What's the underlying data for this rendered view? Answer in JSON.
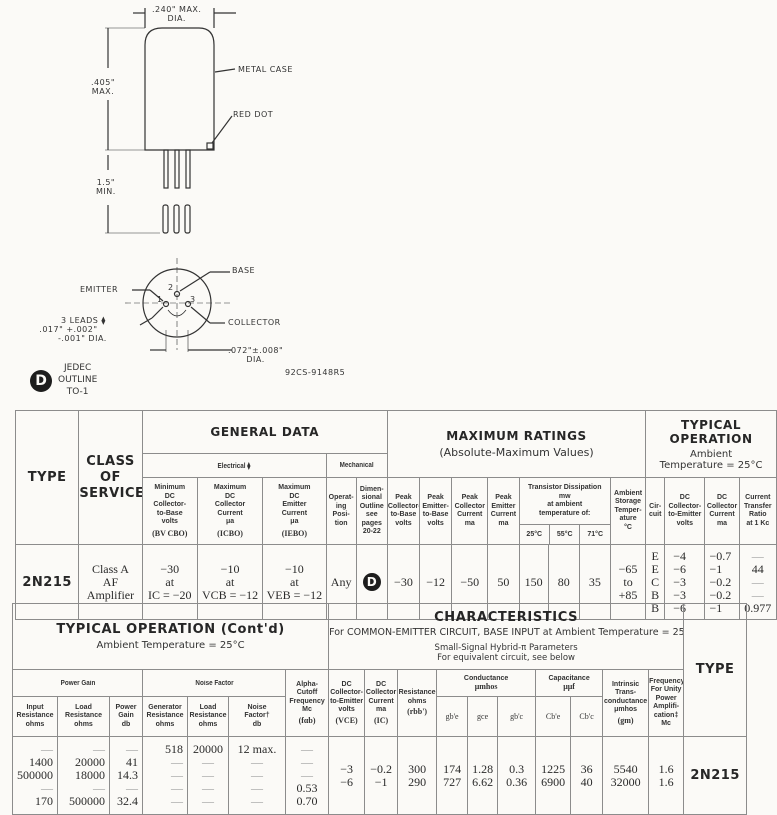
{
  "drawing": {
    "dia_label": [
      ".240\" MAX.",
      "DIA."
    ],
    "height_label": [
      ".405\"",
      "MAX."
    ],
    "metal_case_label": "METAL CASE",
    "red_dot_label": "RED DOT",
    "lead_length_label": [
      "1.5\"",
      "MIN."
    ],
    "base_label": "BASE",
    "emitter_label": "EMITTER",
    "collector_label": "COLLECTOR",
    "pin_numbers": [
      "1",
      "2",
      "3"
    ],
    "leads_label": [
      "3 LEADS ⧫",
      ".017\" +.002\"",
      "-.001\" DIA."
    ],
    "spacing_label": [
      ".072\"±.008\"",
      "DIA."
    ],
    "drawing_code": "92CS-9148R5",
    "outline_symbol": "D",
    "outline_caption": [
      "JEDEC",
      "OUTLINE",
      "TO-1"
    ]
  },
  "table1": {
    "type_header": "TYPE",
    "class_header": [
      "CLASS",
      "OF",
      "SERVICE"
    ],
    "general_data_title": "GENERAL DATA",
    "electrical_label": "Electrical ⧫",
    "mechanical_label": "Mechanical",
    "max_ratings_title": "MAXIMUM RATINGS",
    "max_ratings_subtitle": "(Absolute-Maximum Values)",
    "typical_title": [
      "TYPICAL",
      "OPERATION"
    ],
    "typical_subtitle": [
      "Ambient",
      "Temperature = 25°C"
    ],
    "dissipation_label": [
      "Transistor Dissipation",
      "mw",
      "at ambient",
      "temperature of:"
    ],
    "columns": [
      {
        "lines": [
          "Minimum",
          "DC",
          "Collector-",
          "to-Base",
          "volts"
        ],
        "symbol": "(BV CBO)"
      },
      {
        "lines": [
          "Maximum",
          "DC",
          "Collector",
          "Current",
          "μa"
        ],
        "symbol": "(ICBO)"
      },
      {
        "lines": [
          "Maximum",
          "DC",
          "Emitter",
          "Current",
          "μa"
        ],
        "symbol": "(IEBO)"
      },
      {
        "lines": [
          "Operat-",
          "ing",
          "Posi-",
          "tion"
        ]
      },
      {
        "lines": [
          "Dimen-",
          "sional",
          "Outline",
          "see pages",
          "20-22"
        ]
      },
      {
        "lines": [
          "Peak",
          "Collector-",
          "to-Base",
          "volts"
        ]
      },
      {
        "lines": [
          "Peak",
          "Emitter-",
          "to-Base",
          "volts"
        ]
      },
      {
        "lines": [
          "Peak",
          "Collector",
          "Current",
          "ma"
        ]
      },
      {
        "lines": [
          "Peak",
          "Emitter",
          "Current",
          "ma"
        ]
      },
      {
        "lines": [
          "25°C"
        ]
      },
      {
        "lines": [
          "55°C"
        ]
      },
      {
        "lines": [
          "71°C"
        ]
      },
      {
        "lines": [
          "Ambient",
          "Storage",
          "Temper-",
          "ature",
          "°C"
        ]
      },
      {
        "lines": [
          "Cir-",
          "cuit"
        ]
      },
      {
        "lines": [
          "DC",
          "Collector-",
          "to-Emitter",
          "volts"
        ]
      },
      {
        "lines": [
          "DC",
          "Collector",
          "Current",
          "ma"
        ]
      },
      {
        "lines": [
          "Current",
          "Transfer",
          "Ratio",
          "at 1 Kc"
        ]
      }
    ],
    "row": {
      "type": "2N215",
      "class": [
        "Class A",
        "AF",
        "Amplifier"
      ],
      "bv_cbo": [
        "−30",
        "at",
        "IC = −20"
      ],
      "i_cbo": [
        "−10",
        "at",
        "VCB = −12"
      ],
      "i_ebo": [
        "−10",
        "at",
        "VEB = −12"
      ],
      "operating_position": "Any",
      "outline": "D",
      "peak_cb_volts": "−30",
      "peak_eb_volts": "−12",
      "peak_collector_ma": "−50",
      "peak_emitter_ma": "50",
      "diss_25": "150",
      "diss_55": "80",
      "diss_71": "35",
      "storage_temp": [
        "−65",
        "to",
        "+85"
      ],
      "circuit": [
        "E",
        "E",
        "C",
        "B",
        "B"
      ],
      "vce": [
        "−4",
        "−6",
        "−3",
        "−3",
        "−6"
      ],
      "ic": [
        "−0.7",
        "−1",
        "−0.2",
        "−0.2",
        "−1"
      ],
      "transfer_ratio": [
        "—",
        "44",
        "—",
        "—",
        "0.977"
      ]
    }
  },
  "table2": {
    "typical_cont_title": "TYPICAL OPERATION (Cont'd)",
    "typical_cont_subtitle": "Ambient Temperature = 25°C",
    "power_gain_label": "Power Gain",
    "noise_factor_label": "Noise Factor",
    "characteristics_title": "CHARACTERISTICS",
    "characteristics_sub1": "For COMMON-EMITTER CIRCUIT, BASE INPUT at Ambient Temperature = 25°C",
    "characteristics_sub2": "Small-Signal Hybrid-π Parameters",
    "characteristics_sub3": "For equivalent circuit, see below",
    "conductance_label": [
      "Conductance",
      "μmhos"
    ],
    "capacitance_label": [
      "Capacitance",
      "μμf"
    ],
    "type_header": "TYPE",
    "columns": [
      {
        "lines": [
          "Input",
          "Resistance",
          "ohms"
        ]
      },
      {
        "lines": [
          "Load",
          "Resistance",
          "ohms"
        ]
      },
      {
        "lines": [
          "Power",
          "Gain",
          "db"
        ]
      },
      {
        "lines": [
          "Generator",
          "Resistance",
          "ohms"
        ]
      },
      {
        "lines": [
          "Load",
          "Resistance",
          "ohms"
        ]
      },
      {
        "lines": [
          "Noise",
          "Factor†",
          "db"
        ]
      },
      {
        "lines": [
          "Alpha-",
          "Cutoff",
          "Frequency",
          "Mc"
        ],
        "symbol": "(fαb)"
      },
      {
        "lines": [
          "DC",
          "Collector-",
          "to-Emitter",
          "volts"
        ],
        "symbol": "(VCE)"
      },
      {
        "lines": [
          "DC",
          "Collector",
          "Current",
          "ma"
        ],
        "symbol": "(IC)"
      },
      {
        "lines": [
          "Resistance",
          "ohms"
        ],
        "symbol": "(rbb')"
      },
      {
        "lines": [
          "gb'e"
        ]
      },
      {
        "lines": [
          "gce"
        ]
      },
      {
        "lines": [
          "gb'c"
        ]
      },
      {
        "lines": [
          "Cb'e"
        ]
      },
      {
        "lines": [
          "Cb'c"
        ]
      },
      {
        "lines": [
          "Intrinsic",
          "Trans-",
          "conductance",
          "μmhos"
        ],
        "symbol": "(gm)"
      },
      {
        "lines": [
          "Frequency",
          "For Unity",
          "Power",
          "Amplifi-",
          "cation‡",
          "Mc"
        ]
      }
    ],
    "row": {
      "input_res": [
        "—",
        "1400",
        "500000",
        "—",
        "170"
      ],
      "load_res": [
        "—",
        "20000",
        "18000",
        "—",
        "500000"
      ],
      "power_gain": [
        "—",
        "41",
        "14.3",
        "—",
        "32.4"
      ],
      "gen_res": [
        "518",
        "—",
        "—",
        "—",
        "—"
      ],
      "nf_load_res": [
        "20000",
        "—",
        "—",
        "—",
        "—"
      ],
      "noise_factor": [
        "12 max.",
        "—",
        "—",
        "—",
        "—"
      ],
      "alpha_cutoff": [
        "—",
        "—",
        "—",
        "0.53",
        "0.70"
      ],
      "vce": [
        "−3",
        "−6"
      ],
      "ic": [
        "−0.2",
        "−1"
      ],
      "rbb": [
        "300",
        "290"
      ],
      "gbe": [
        "174",
        "727"
      ],
      "gce": [
        "1.28",
        "6.62"
      ],
      "gbc": [
        "0.3",
        "0.36"
      ],
      "cbe": [
        "1225",
        "6900"
      ],
      "cbc": [
        "36",
        "40"
      ],
      "gm": [
        "5540",
        "32000"
      ],
      "f_unity": [
        "1.6",
        "1.6"
      ],
      "type": "2N215"
    }
  }
}
